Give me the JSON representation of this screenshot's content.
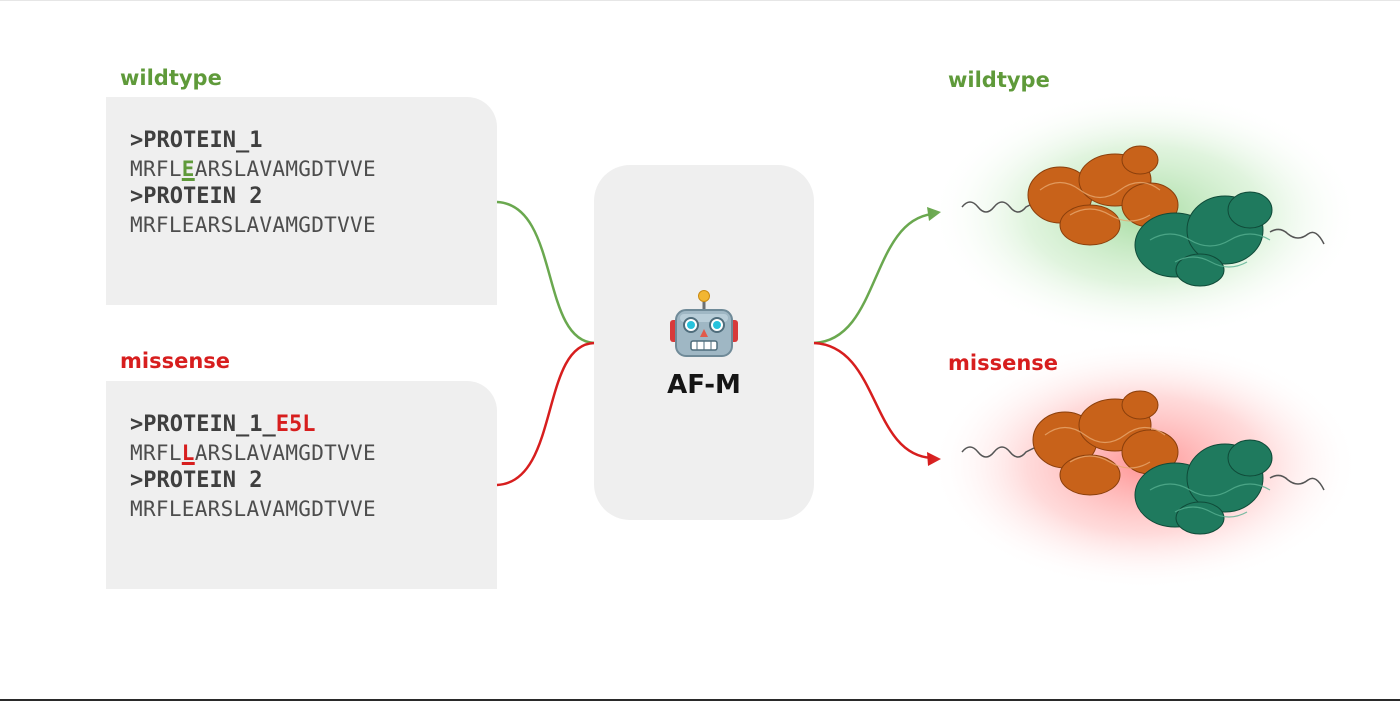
{
  "inputs": {
    "wildtype": {
      "label": "wildtype",
      "protein1_header": ">PROTEIN_1",
      "protein1_seq_prefix": "MRFL",
      "protein1_seq_residue": "E",
      "protein1_seq_suffix": "ARSLAVAMGDTVVE",
      "protein2_header": ">PROTEIN 2",
      "protein2_seq": "MRFLEARSLAVAMGDTVVE"
    },
    "missense": {
      "label": "missense",
      "protein1_header": ">PROTEIN_1_",
      "protein1_header_mutation": "E5L",
      "protein1_seq_prefix": "MRFL",
      "protein1_seq_residue": "L",
      "protein1_seq_suffix": "ARSLAVAMGDTVVE",
      "protein2_header": ">PROTEIN 2",
      "protein2_seq": "MRFLEARSLAVAMGDTVVE"
    }
  },
  "model": {
    "icon": "robot-icon",
    "label": "AF-M"
  },
  "outputs": {
    "wildtype": {
      "label": "wildtype",
      "glow_color": "#9fd99a"
    },
    "missense": {
      "label": "missense",
      "glow_color": "#ff9a9a"
    }
  },
  "colors": {
    "wildtype": "#5f9a3a",
    "missense": "#d71e1e",
    "chain_a": "#c8621a",
    "chain_b": "#1f7a5e"
  }
}
